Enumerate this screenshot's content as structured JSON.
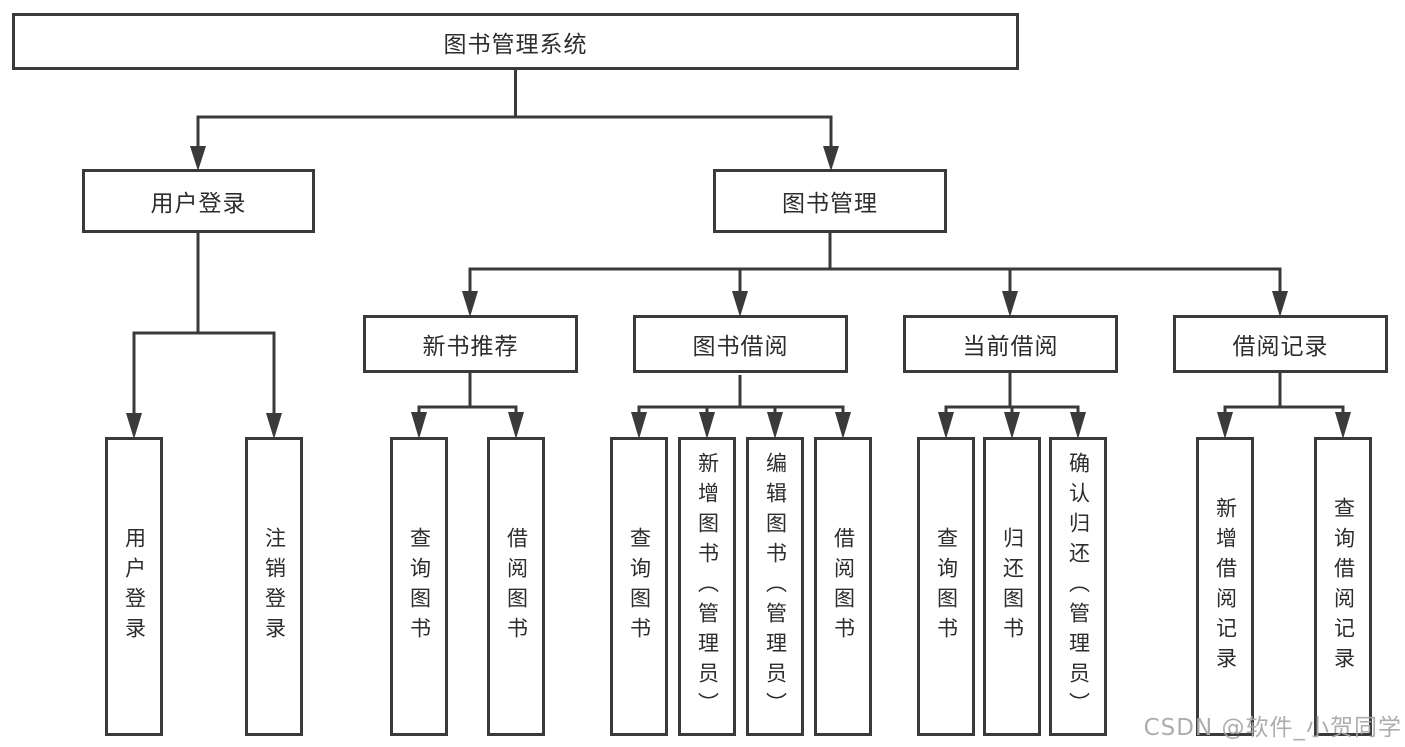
{
  "diagram": {
    "watermark": "CSDN @软件_小贺同学",
    "colors": {
      "line": "#3a3a3a",
      "box_border": "#3a3a3a",
      "text": "#2d2d2d",
      "watermark": "#a9a9a9",
      "background": "#ffffff"
    },
    "root": {
      "label": "图书管理系统"
    },
    "level2": [
      {
        "label": "用户登录"
      },
      {
        "label": "图书管理"
      }
    ],
    "level3": [
      {
        "label": "新书推荐",
        "parent": "图书管理"
      },
      {
        "label": "图书借阅",
        "parent": "图书管理"
      },
      {
        "label": "当前借阅",
        "parent": "图书管理"
      },
      {
        "label": "借阅记录",
        "parent": "图书管理"
      }
    ],
    "leaves": [
      {
        "label": "用户登录",
        "parent": "用户登录"
      },
      {
        "label": "注销登录",
        "parent": "用户登录"
      },
      {
        "label": "查询图书",
        "parent": "新书推荐"
      },
      {
        "label": "借阅图书",
        "parent": "新书推荐"
      },
      {
        "label": "查询图书",
        "parent": "图书借阅"
      },
      {
        "label": "新增图书（管理员）",
        "parent": "图书借阅"
      },
      {
        "label": "编辑图书（管理员）",
        "parent": "图书借阅"
      },
      {
        "label": "借阅图书",
        "parent": "图书借阅"
      },
      {
        "label": "查询图书",
        "parent": "当前借阅"
      },
      {
        "label": "归还图书",
        "parent": "当前借阅"
      },
      {
        "label": "确认归还（管理员）",
        "parent": "当前借阅"
      },
      {
        "label": "新增借阅记录",
        "parent": "借阅记录"
      },
      {
        "label": "查询借阅记录",
        "parent": "借阅记录"
      }
    ]
  }
}
